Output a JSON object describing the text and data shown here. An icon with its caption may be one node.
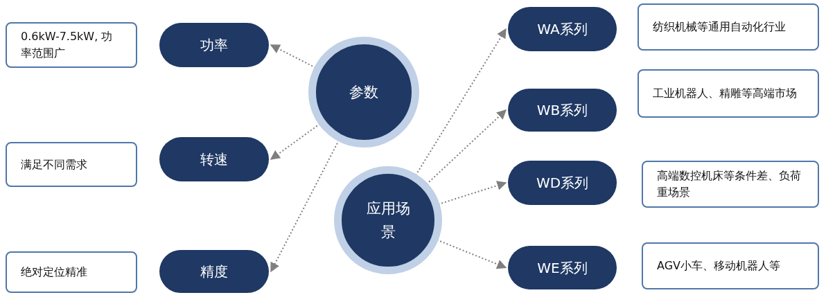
{
  "diagram": {
    "nodes": [
      {
        "text": [
          "0.6kW-7.5kW, 功率范围广"
        ]
      },
      {
        "text": [
          "功率"
        ]
      },
      {
        "text": [
          "满足不同需求"
        ]
      },
      {
        "text": [
          "转速"
        ]
      },
      {
        "text": [
          "绝对定位精准"
        ]
      },
      {
        "text": [
          "精度"
        ]
      },
      {
        "text": [
          "参数"
        ]
      },
      {
        "text": [
          "应用场景"
        ]
      },
      {
        "text": [
          "WA系列"
        ]
      },
      {
        "text": [
          "纺织机械等通用自动化行业"
        ]
      },
      {
        "text": [
          "WB系列"
        ]
      },
      {
        "text": [
          "工业机器人、精雕等高端市场"
        ]
      },
      {
        "text": [
          "WD系列"
        ]
      },
      {
        "text": [
          "高端数控机床等条件差、负荷重场景"
        ]
      },
      {
        "text": [
          "WE系列"
        ]
      },
      {
        "text": [
          "AGV小车、移动机器人等"
        ]
      }
    ],
    "edges": [
      {
        "from": 6,
        "to": 1,
        "arrow": "to",
        "style": "dashed"
      },
      {
        "from": 6,
        "to": 3,
        "arrow": "to",
        "style": "dashed"
      },
      {
        "from": 6,
        "to": 5,
        "arrow": "to",
        "style": "dashed"
      },
      {
        "from": 7,
        "to": 8,
        "arrow": "to",
        "style": "dashed"
      },
      {
        "from": 7,
        "to": 10,
        "arrow": "to",
        "style": "dashed"
      },
      {
        "from": 7,
        "to": 12,
        "arrow": "to",
        "style": "dashed"
      },
      {
        "from": 7,
        "to": 14,
        "arrow": "to",
        "style": "dashed"
      }
    ]
  }
}
